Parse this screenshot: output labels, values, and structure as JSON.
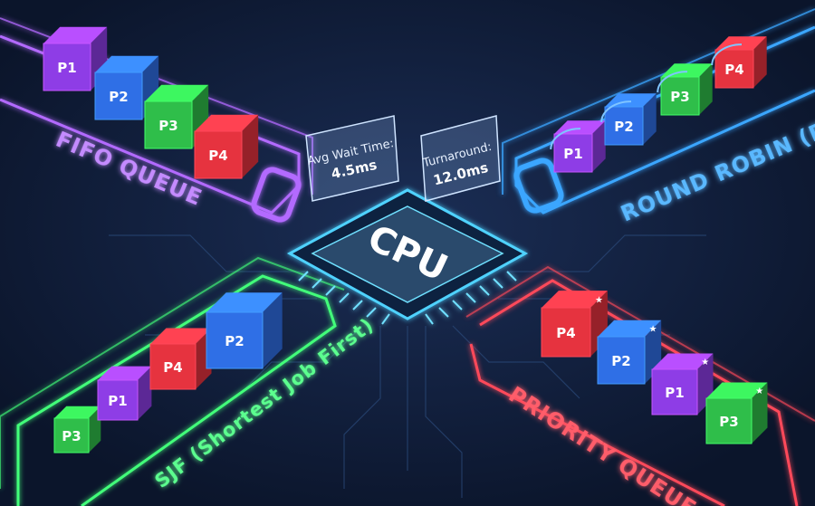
{
  "diagram": {
    "cpu": {
      "label": "CPU"
    },
    "stats": {
      "wait": {
        "label": "Avg Wait Time:",
        "value": "4.5ms"
      },
      "turnaround": {
        "label": "Turnaround:",
        "value": "12.0ms"
      }
    },
    "queues": {
      "fifo": {
        "title": "FIFO QUEUE",
        "color": "#b36bff",
        "processes": [
          "P1",
          "P2",
          "P3",
          "P4"
        ]
      },
      "rr": {
        "title": "ROUND ROBIN (RR)",
        "color": "#3aa6ff",
        "processes": [
          "P1",
          "P2",
          "P3",
          "P4"
        ]
      },
      "sjf": {
        "title": "SJF (Shortest Job First)",
        "color": "#43ff7a",
        "processes": [
          "P3",
          "P1",
          "P4",
          "P2"
        ]
      },
      "priority": {
        "title": "PRIORITY QUEUE",
        "color": "#ff4a5a",
        "processes": [
          "P4",
          "P2",
          "P1",
          "P3"
        ]
      }
    },
    "colors": {
      "background": "#0e1a33",
      "P1": "#8e3de6",
      "P2": "#2f6fe6",
      "P3": "#2fbe4a",
      "P4": "#e6333f"
    }
  }
}
